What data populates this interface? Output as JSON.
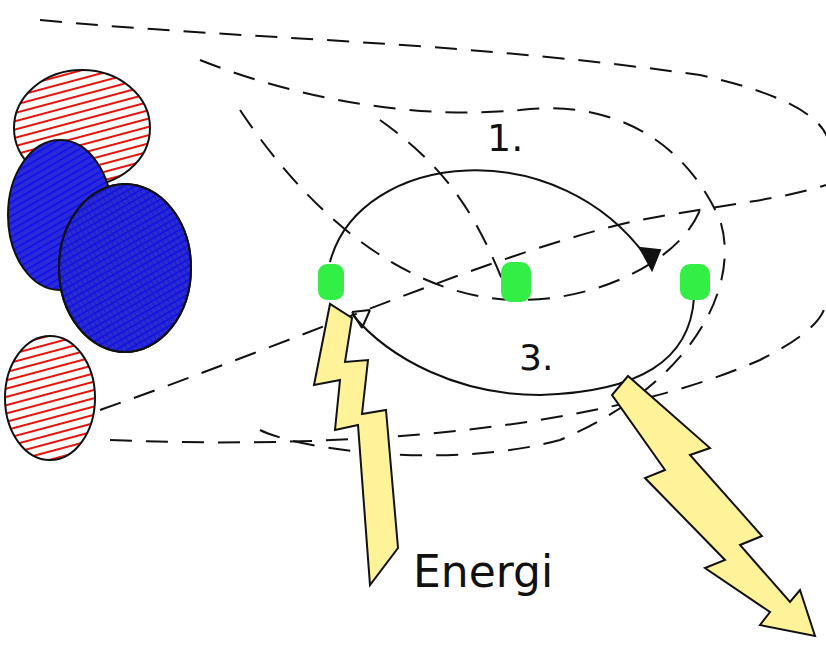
{
  "diagram": {
    "labels": [
      "1.",
      "3.",
      "Energi"
    ]
  }
}
